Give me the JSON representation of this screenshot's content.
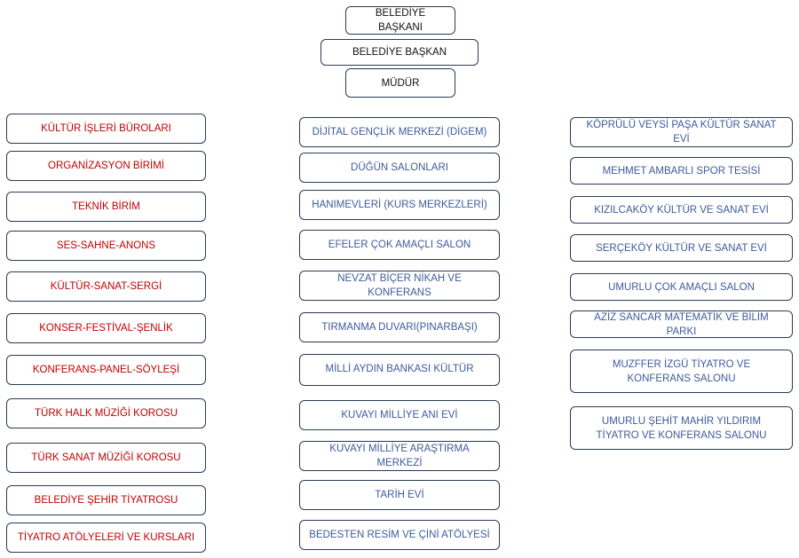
{
  "header": {
    "mayor": "BELEDİYE BAŞKANI",
    "mayor_deputy": "BELEDİYE BAŞKAN",
    "director": "MÜDÜR"
  },
  "left_units": [
    "KÜLTÜR İŞLERİ BÜROLARI",
    "ORGANİZASYON BİRİMİ",
    "TEKNİK BİRİM",
    "SES-SAHNE-ANONS",
    "KÜLTÜR-SANAT-SERGİ",
    "KONSER-FESTİVAL-ŞENLİK",
    "KONFERANS-PANEL-SÖYLEŞİ",
    "TÜRK HALK MÜZİĞİ KOROSU",
    "TÜRK SANAT MÜZİĞİ KOROSU",
    "BELEDİYE ŞEHİR TİYATROSU",
    "TİYATRO ATÖLYELERİ VE KURSLARI"
  ],
  "middle_units": [
    "DİJİTAL GENÇLİK MERKEZİ (DİGEM)",
    "DÜĞÜN SALONLARI",
    "HANIMEVLERİ (KURS MERKEZLERİ)",
    "EFELER ÇOK AMAÇLI SALON",
    "NEVZAT BİÇER NİKAH VE KONFERANS",
    "TIRMANMA DUVARI(PINARBAŞI)",
    "MİLLİ AYDIN BANKASI KÜLTÜR",
    "KUVAYI MİLLİYE ANI EVİ",
    "KUVAYI MİLLİYE ARAŞTIRMA MERKEZİ",
    "TARİH EVİ",
    "BEDESTEN RESİM VE ÇİNİ ATÖLYESİ"
  ],
  "right_units": [
    "KÖPRÜLÜ VEYSİ PAŞA KÜLTÜR SANAT EVİ",
    "MEHMET AMBARLI SPOR TESİSİ",
    "KIZILCAKÖY KÜLTÜR VE SANAT EVİ",
    "SERÇEKÖY KÜLTÜR VE SANAT EVİ",
    "UMURLU ÇOK AMAÇLI SALON",
    "AZİZ SANCAR MATEMATİK VE BİLİM PARKI",
    "MUZFFER İZGÜ TİYATRO VE KONFERANS SALONU",
    "UMURLU ŞEHİT MAHİR YILDIRIM TİYATRO VE KONFERANS SALONU"
  ],
  "colors": {
    "left_text": "#c00000",
    "middle_text": "#3e5a9c",
    "right_text": "#3e5a9c",
    "border": "#2b3a55"
  }
}
